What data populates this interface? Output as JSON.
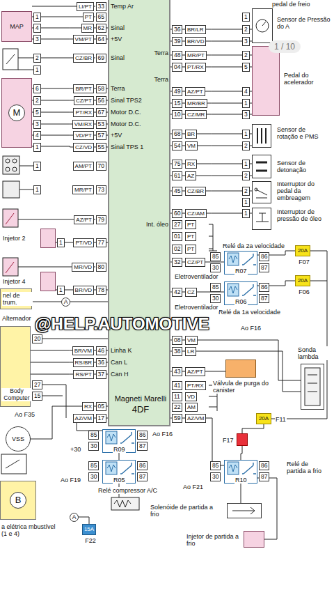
{
  "diagram": {
    "nodes": [
      {
        "text": [
          "Magneti Marelli",
          "4DF"
        ]
      },
      {
        "text": [
          "MAP"
        ]
      },
      {
        "text": [
          "M"
        ]
      },
      {
        "text": [
          "Injetor 2"
        ]
      },
      {
        "text": [
          "Injetor 4"
        ]
      },
      {
        "text": [
          "nel de trum."
        ]
      },
      {
        "text": [
          "Body Computer"
        ]
      },
      {
        "text": [
          "VSS"
        ]
      },
      {
        "text": [
          "B",
          "a elétrica mbustível (1 e 4)"
        ]
      },
      {
        "text": [
          "15A",
          "F22"
        ]
      },
      {
        "text": [
          "Sensor de Pressão do A"
        ]
      },
      {
        "text": [
          "Pedal do acelerador"
        ]
      },
      {
        "text": [
          "Sensor de rotação e PMS"
        ]
      },
      {
        "text": [
          "Sensor de detonação"
        ]
      },
      {
        "text": [
          "Interruptor do pedal da embreagem"
        ]
      },
      {
        "text": [
          "Interruptor de pressão de óleo"
        ]
      },
      {
        "text": [
          "Relé da 2a velocidade",
          "R07"
        ]
      },
      {
        "text": [
          "20A",
          "F07"
        ]
      },
      {
        "text": [
          "R06",
          "Relé da 1a velocidade"
        ]
      },
      {
        "text": [
          "20A",
          "F06"
        ]
      },
      {
        "text": [
          "Válvula de purga do canister"
        ]
      },
      {
        "text": [
          "Sonda lambda"
        ]
      },
      {
        "text": [
          "20A",
          "F11"
        ]
      },
      {
        "text": [
          "F17"
        ]
      },
      {
        "text": [
          "R10",
          "Relé de partida a frio"
        ]
      },
      {
        "text": [
          "Solenóide de partida a frio"
        ]
      },
      {
        "text": [
          "Injetor de partida a frio"
        ]
      },
      {
        "text": [
          "R09"
        ]
      },
      {
        "text": [
          "R05",
          "Relé compressor A/C"
        ]
      }
    ],
    "edges": [
      {
        "from": 0,
        "to": 1,
        "arrow": "none"
      },
      {
        "from": 0,
        "to": 1,
        "arrow": "none"
      },
      {
        "from": 0,
        "to": 2,
        "arrow": "none"
      },
      {
        "from": 0,
        "to": 2,
        "arrow": "none"
      },
      {
        "from": 0,
        "to": 2,
        "arrow": "none"
      },
      {
        "from": 0,
        "to": 2,
        "arrow": "none"
      },
      {
        "from": 0,
        "to": 2,
        "arrow": "none"
      },
      {
        "from": 0,
        "to": 2,
        "arrow": "none"
      },
      {
        "from": 0,
        "to": 3,
        "arrow": "none"
      },
      {
        "from": 0,
        "to": 4,
        "arrow": "none"
      },
      {
        "from": 0,
        "to": 5,
        "arrow": "none"
      },
      {
        "from": 0,
        "to": 6,
        "arrow": "none"
      },
      {
        "from": 0,
        "to": 6,
        "arrow": "none"
      },
      {
        "from": 0,
        "to": 6,
        "arrow": "none"
      },
      {
        "from": 0,
        "to": 7,
        "arrow": "none"
      },
      {
        "from": 0,
        "to": 27,
        "arrow": "none"
      },
      {
        "from": 27,
        "to": 28,
        "arrow": "none"
      },
      {
        "from": 0,
        "to": 10,
        "arrow": "none"
      },
      {
        "from": 0,
        "to": 10,
        "arrow": "none"
      },
      {
        "from": 0,
        "to": 11,
        "arrow": "none"
      },
      {
        "from": 0,
        "to": 11,
        "arrow": "none"
      },
      {
        "from": 0,
        "to": 11,
        "arrow": "none"
      },
      {
        "from": 0,
        "to": 11,
        "arrow": "none"
      },
      {
        "from": 0,
        "to": 11,
        "arrow": "none"
      },
      {
        "from": 0,
        "to": 12,
        "arrow": "none"
      },
      {
        "from": 0,
        "to": 12,
        "arrow": "none"
      },
      {
        "from": 0,
        "to": 13,
        "arrow": "none"
      },
      {
        "from": 0,
        "to": 13,
        "arrow": "none"
      },
      {
        "from": 0,
        "to": 14,
        "arrow": "none"
      },
      {
        "from": 0,
        "to": 15,
        "arrow": "none"
      },
      {
        "from": 0,
        "to": 16,
        "arrow": "none"
      },
      {
        "from": 16,
        "to": 17,
        "arrow": "none"
      },
      {
        "from": 0,
        "to": 18,
        "arrow": "none"
      },
      {
        "from": 18,
        "to": 19,
        "arrow": "none"
      },
      {
        "from": 0,
        "to": 21,
        "arrow": "none"
      },
      {
        "from": 0,
        "to": 21,
        "arrow": "none"
      },
      {
        "from": 0,
        "to": 20,
        "arrow": "none"
      },
      {
        "from": 0,
        "to": 24,
        "arrow": "none"
      },
      {
        "from": 22,
        "to": 23,
        "arrow": "none"
      },
      {
        "from": 23,
        "to": 24,
        "arrow": "none"
      },
      {
        "from": 24,
        "to": 25,
        "arrow": "none"
      },
      {
        "from": 24,
        "to": 26,
        "arrow": "none"
      }
    ],
    "labels": [
      "pedal de freio",
      "33",
      "LI/PT",
      "Temp Ar",
      "65",
      "PT",
      "62",
      "MR",
      "Sinal",
      "64",
      "VM/PT",
      "+5V",
      "69",
      "CZ/BR",
      "Sinal",
      "58",
      "BR/PT",
      "Terra",
      "56",
      "CZ/PT",
      "Sinal TPS2",
      "67",
      "PT/RX",
      "Motor D.C.",
      "53",
      "VM/RX",
      "Motor D.C.",
      "57",
      "VD/PT",
      "+5V",
      "55",
      "CZ/VD",
      "Sinal TPS 1",
      "70",
      "AM/PT",
      "73",
      "MR/PT",
      "79",
      "AZ/PT",
      "77",
      "PT/VD",
      "80",
      "MR/VD",
      "78",
      "BR/VD",
      "Alternador",
      "20",
      "46",
      "BR/VM",
      "Linha K",
      "36",
      "RS/BR",
      "Can L",
      "37",
      "RS/PT",
      "Can H",
      "27",
      "15",
      "05",
      "RX",
      "17",
      "AZ/VM",
      "1",
      "4",
      "3",
      "2",
      "1",
      "6",
      "2",
      "5",
      "3",
      "4",
      "1",
      "1",
      "1",
      "1",
      "1",
      "36",
      "BR/LR",
      "39",
      "BR/VD",
      "Terra",
      "48",
      "MR/PT",
      "04",
      "PT/RX",
      "Terra",
      "49",
      "AZ/PT",
      "15",
      "MR/BR",
      "10",
      "CZ/MR",
      "68",
      "BR",
      "54",
      "VM",
      "75",
      "RX",
      "61",
      "AZ",
      "45",
      "CZ/BR",
      "60",
      "CZ/AM",
      "Int. óleo",
      "27",
      "PT",
      "01",
      "PT",
      "02",
      "PT",
      "32",
      "CZ/PT",
      "Eletroventilador",
      "42",
      "CZ",
      "Eletroventilador",
      "Ao F16",
      "08",
      "VM",
      "38",
      "LR",
      "43",
      "AZ/PT",
      "41",
      "PT/RX",
      "11",
      "VD",
      "22",
      "AM",
      "59",
      "AZ/VM",
      "1",
      "2",
      "3",
      "2",
      "5",
      "4",
      "1",
      "3",
      "1",
      "2",
      "1",
      "2",
      "2",
      "1",
      "1",
      "85",
      "86",
      "30",
      "87",
      "85",
      "86",
      "30",
      "87",
      "85",
      "86",
      "30",
      "87",
      "85",
      "86",
      "30",
      "87",
      "85",
      "86",
      "30",
      "87",
      "+30",
      "Ao F16",
      "Ao F19",
      "Ao F35",
      "Ao F21",
      "A",
      "A",
      "@HELP.AUTOMOTIVE",
      "1 / 10"
    ]
  }
}
